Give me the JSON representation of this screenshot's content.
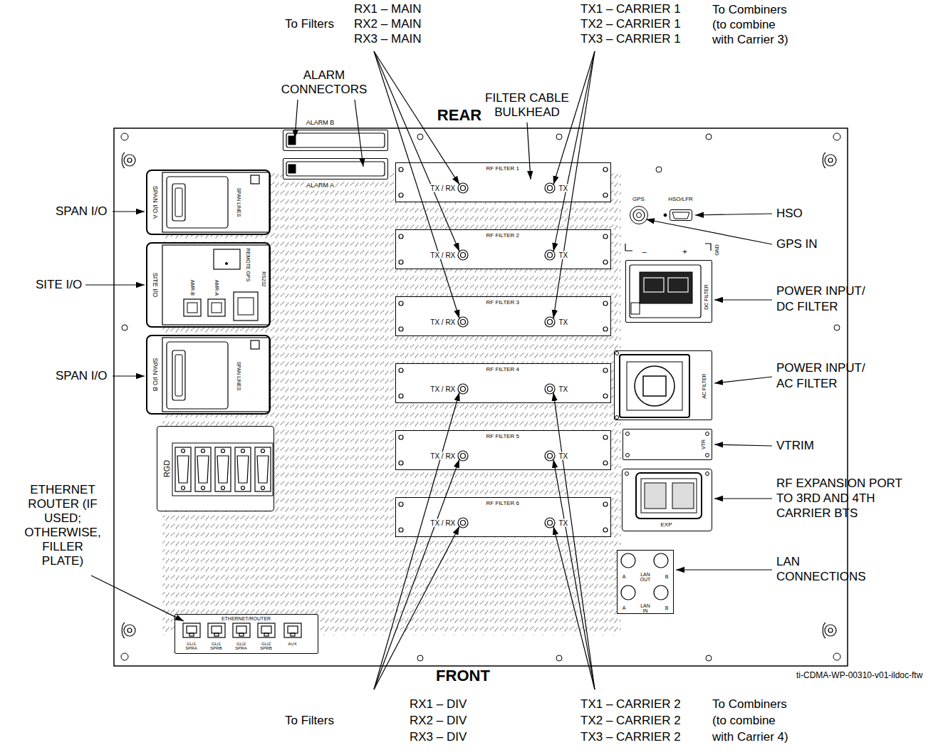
{
  "diagram": {
    "nodes": [
      {
        "text": [
          "SPAN I/O A",
          "SPAN LINES"
        ]
      },
      {
        "text": [
          "ALARM B"
        ]
      },
      {
        "text": [
          "ALARM A"
        ]
      },
      {
        "text": [
          "RF FILTER 1",
          "TX / RX",
          "TX"
        ]
      },
      {
        "text": [
          "SITE I/O",
          "REMOTE GPS",
          "AMR-B",
          "AMR-A",
          "RS232"
        ]
      },
      {
        "text": [
          "RF FILTER 2",
          "TX / RX",
          "TX"
        ]
      },
      {
        "text": [
          "RF FILTER 3",
          "TX / RX",
          "TX"
        ]
      },
      {
        "text": [
          "SPAN I/O B",
          "SPAN LINES"
        ]
      },
      {
        "text": [
          "RF FILTER 4",
          "TX / RX",
          "TX"
        ]
      },
      {
        "text": [
          "RF FILTER 5",
          "TX / RX",
          "TX"
        ]
      },
      {
        "text": [
          "RGD"
        ]
      },
      {
        "text": [
          "RF FILTER 6",
          "TX / RX",
          "TX"
        ]
      },
      {
        "text": [
          "ETHERNET/ROUTER",
          "GLI1 SPRA",
          "GLI1 SPRB",
          "GLI2 SPRA",
          "GLI2 SPRB",
          "AUX"
        ]
      },
      {
        "text": [
          "GPS"
        ]
      },
      {
        "text": [
          "HSO/LFR"
        ]
      },
      {
        "text": [
          "–",
          "+",
          "GND",
          "DC FILTER"
        ]
      },
      {
        "text": [
          "AC FILTER"
        ]
      },
      {
        "text": [
          "VTR"
        ]
      },
      {
        "text": [
          "EXP"
        ]
      },
      {
        "text": [
          "A",
          "LAN OUT",
          "B",
          "A",
          "LAN IN",
          "B"
        ]
      }
    ],
    "labels": [
      "RX1 – MAIN",
      "RX2 – MAIN",
      "RX3 – MAIN",
      "To Filters",
      "TX1 – CARRIER 1",
      "TX2 – CARRIER 1",
      "TX3 – CARRIER 1",
      "To Combiners (to combine with Carrier 3)",
      "ALARM CONNECTORS",
      "FILTER CABLE BULKHEAD",
      "REAR",
      "SPAN I/O",
      "SITE I/O",
      "SPAN I/O",
      "ETHERNET ROUTER (IF USED; OTHERWISE, FILLER PLATE)",
      "HSO",
      "GPS IN",
      "POWER INPUT/ DC FILTER",
      "POWER INPUT/ AC FILTER",
      "VTRIM",
      "RF EXPANSION PORT TO 3RD AND 4TH CARRIER BTS",
      "LAN CONNECTIONS",
      "FRONT",
      "ti-CDMA-WP-00310-v01-ildoc-ftw",
      "RX1 – DIV",
      "RX2 – DIV",
      "RX3 – DIV",
      "To Filters",
      "TX1 – CARRIER 2",
      "TX2 – CARRIER 2",
      "TX3 – CARRIER 2",
      "To Combiners (to combine with Carrier 4)"
    ]
  }
}
